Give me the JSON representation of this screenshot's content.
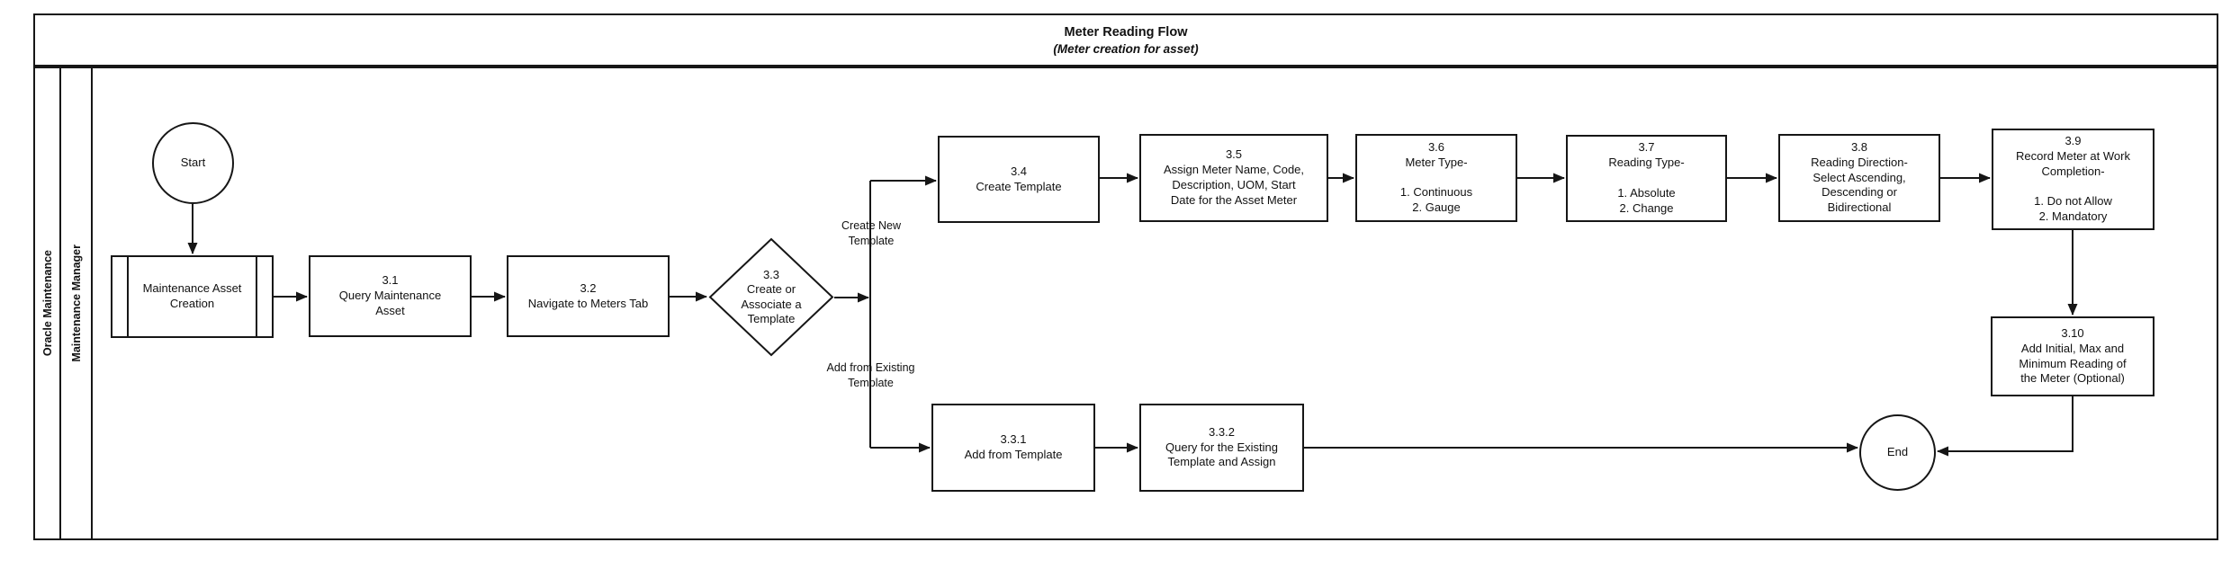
{
  "title": {
    "main": "Meter Reading Flow",
    "subtitle": "(Meter creation for asset)"
  },
  "lanes": {
    "pool": "Oracle Maintenance",
    "lane": "Maintenance Manager"
  },
  "nodes": {
    "start": {
      "label": "Start"
    },
    "asset_creation": {
      "label": "Maintenance Asset\nCreation"
    },
    "n3_1": {
      "label": "3.1\nQuery Maintenance\nAsset"
    },
    "n3_2": {
      "label": "3.2\nNavigate to Meters Tab"
    },
    "d3_3": {
      "label": "3.3\nCreate or\nAssociate a\nTemplate"
    },
    "n3_4": {
      "label": "3.4\nCreate Template"
    },
    "n3_5": {
      "label": "3.5\nAssign Meter Name, Code,\nDescription, UOM, Start\nDate for the Asset Meter"
    },
    "n3_6": {
      "label": "3.6\nMeter Type-\n\n1. Continuous\n2. Gauge"
    },
    "n3_7": {
      "label": "3.7\nReading Type-\n\n1. Absolute\n2. Change"
    },
    "n3_8": {
      "label": "3.8\nReading Direction-\nSelect Ascending,\nDescending or\nBidirectional"
    },
    "n3_9": {
      "label": "3.9\nRecord Meter at Work\nCompletion-\n\n1. Do not Allow\n2. Mandatory"
    },
    "n3_10": {
      "label": "3.10\nAdd Initial, Max and\nMinimum Reading of\nthe Meter (Optional)"
    },
    "n3_3_1": {
      "label": "3.3.1\nAdd from Template"
    },
    "n3_3_2": {
      "label": "3.3.2\nQuery for the Existing\nTemplate and Assign"
    },
    "end": {
      "label": "End"
    }
  },
  "edge_labels": {
    "create_new": "Create New\nTemplate",
    "add_existing": "Add from Existing\nTemplate"
  },
  "colors": {
    "line": "#161616",
    "background": "#ffffff"
  }
}
